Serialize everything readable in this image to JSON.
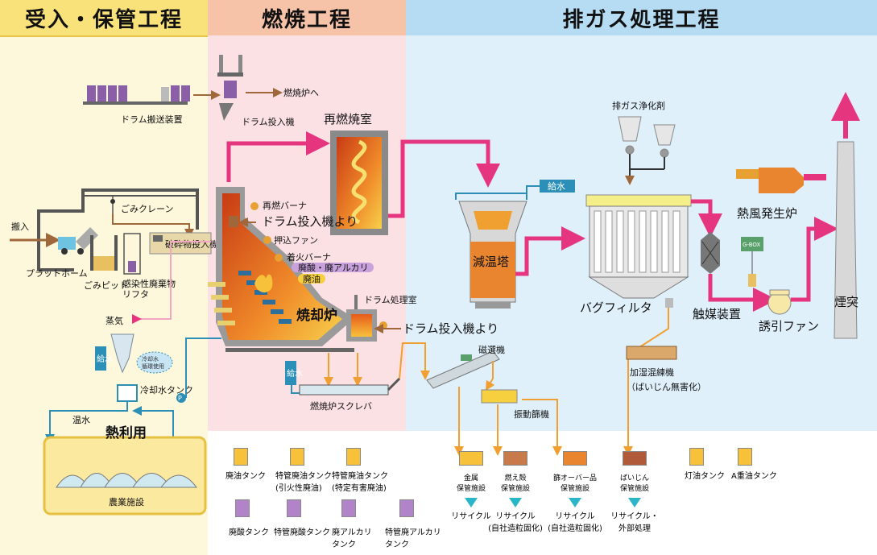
{
  "headers": {
    "receiving": "受入・保管工程",
    "combustion": "燃焼工程",
    "exhaust": "排ガス処理工程"
  },
  "receiving": {
    "drum_conveyor": "ドラム搬送装置",
    "carry_in": "搬入",
    "platform": "プラットホーム",
    "garbage_crane": "ごみクレーン",
    "garbage_pit": "ごみピット",
    "infectious_lift": "感染性廃棄物\nリフタ",
    "crushed_feeder": "破砕物投入機",
    "steam": "蒸気",
    "water_supply": "給水",
    "cooling_tank": "冷却水タンク",
    "hot_water": "温水",
    "heat_use": "熱利用",
    "farm": "農業施設",
    "coolant_label": "冷却水\n循環",
    "p_label": "P"
  },
  "combustion": {
    "to_furnace": "燃焼炉へ",
    "drum_feeder": "ドラム投入機",
    "reburn_chamber": "再燃焼室",
    "reburner": "再燃バーナ",
    "from_drum_feeder": "ドラム投入機より",
    "push_fan": "押込ファン",
    "ignition_burner": "着火バーナ",
    "waste_acid_alkali": "廃酸・廃アルカリ",
    "waste_oil": "廃油",
    "incinerator": "焼却炉",
    "drum_room": "ドラム処理室",
    "from_drum_feeder2": "ドラム投入機より",
    "water_supply2": "給水",
    "scraper": "燃焼炉スクレバ"
  },
  "exhaust": {
    "purifier": "排ガス浄化剤",
    "water_supply3": "給水",
    "cooling_tower": "減温塔",
    "bag_filter": "バグフィルタ",
    "hot_air_furnace": "熱風発生炉",
    "catalyst": "触媒装置",
    "induced_fan": "誘引ファン",
    "stack": "煙突",
    "magnet": "磁選機",
    "vibrating_screen": "振動篩機",
    "humid_mixer": "加湿混練機",
    "dust_harmless": "（ばいじん無害化）",
    "gbox": "G-BOX"
  },
  "tanks_top": [
    "廃油タンク",
    "特管廃油タンク\n(引火性廃油)",
    "特管廃油タンク\n(特定有害廃油)"
  ],
  "tanks_bottom": [
    "廃酸タンク",
    "特管廃酸タンク",
    "廃アルカリ\nタンク",
    "特管廃アルカリ\nタンク"
  ],
  "tanks_right": [
    "灯油タンク",
    "A重油タンク"
  ],
  "storage": [
    {
      "name": "金属\n保管施設",
      "result": "リサイクル"
    },
    {
      "name": "燃え殻\n保管施設",
      "result": "リサイクル\n(自社造粒固化)"
    },
    {
      "name": "篩オーバー品\n保管施設",
      "result": "リサイクル\n(自社造粒固化)"
    },
    {
      "name": "ばいじん\n保管施設",
      "result": "リサイクル・\n外部処理"
    }
  ],
  "colors": {
    "receiving_bg": "#fdf8dc",
    "combustion_bg": "#fbe0e4",
    "exhaust_bg": "#dff0fb",
    "flow_pink": "#e6357f",
    "flow_orange": "#f0a030",
    "flow_teal": "#2b8fb8",
    "farm_bg": "#fbe9a0"
  }
}
